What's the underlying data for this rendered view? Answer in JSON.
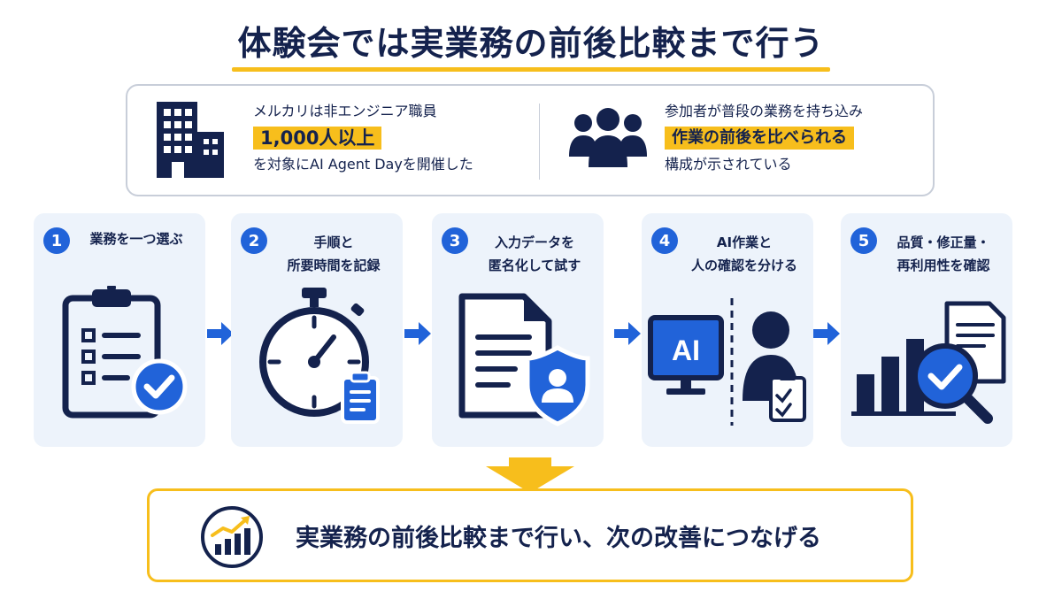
{
  "title": "体験会では実業務の前後比較まで行う",
  "info": {
    "left": {
      "line1": "メルカリは非エンジニア職員",
      "highlight": "1,000人以上",
      "line3": "を対象にAI Agent Dayを開催した",
      "icon": "building-icon"
    },
    "right": {
      "line1": "参加者が普段の業務を持ち込み",
      "highlight": "作業の前後を比べられる",
      "line3": "構成が示されている",
      "icon": "people-group-icon"
    }
  },
  "steps": [
    {
      "num": "1",
      "line1": "業務を一つ選ぶ",
      "line2": "",
      "icon": "checklist-clipboard-icon"
    },
    {
      "num": "2",
      "line1": "手順と",
      "line2": "所要時間を記録",
      "icon": "stopwatch-icon"
    },
    {
      "num": "3",
      "line1": "入力データを",
      "line2": "匿名化して試す",
      "icon": "document-shield-icon"
    },
    {
      "num": "4",
      "line1": "AI作業と",
      "line2": "人の確認を分ける",
      "icon": "ai-monitor-person-icon",
      "ai_text": "AI"
    },
    {
      "num": "5",
      "line1": "品質・修正量・",
      "line2": "再利用性を確認",
      "icon": "chart-magnifier-icon"
    }
  ],
  "conclusion": {
    "text": "実業務の前後比較まで行い、次の改善につなげる",
    "icon": "growth-chart-icon"
  },
  "colors": {
    "navy": "#14224d",
    "blue": "#2163d9",
    "yellow": "#f7be1c",
    "panel": "#edf3fb"
  }
}
